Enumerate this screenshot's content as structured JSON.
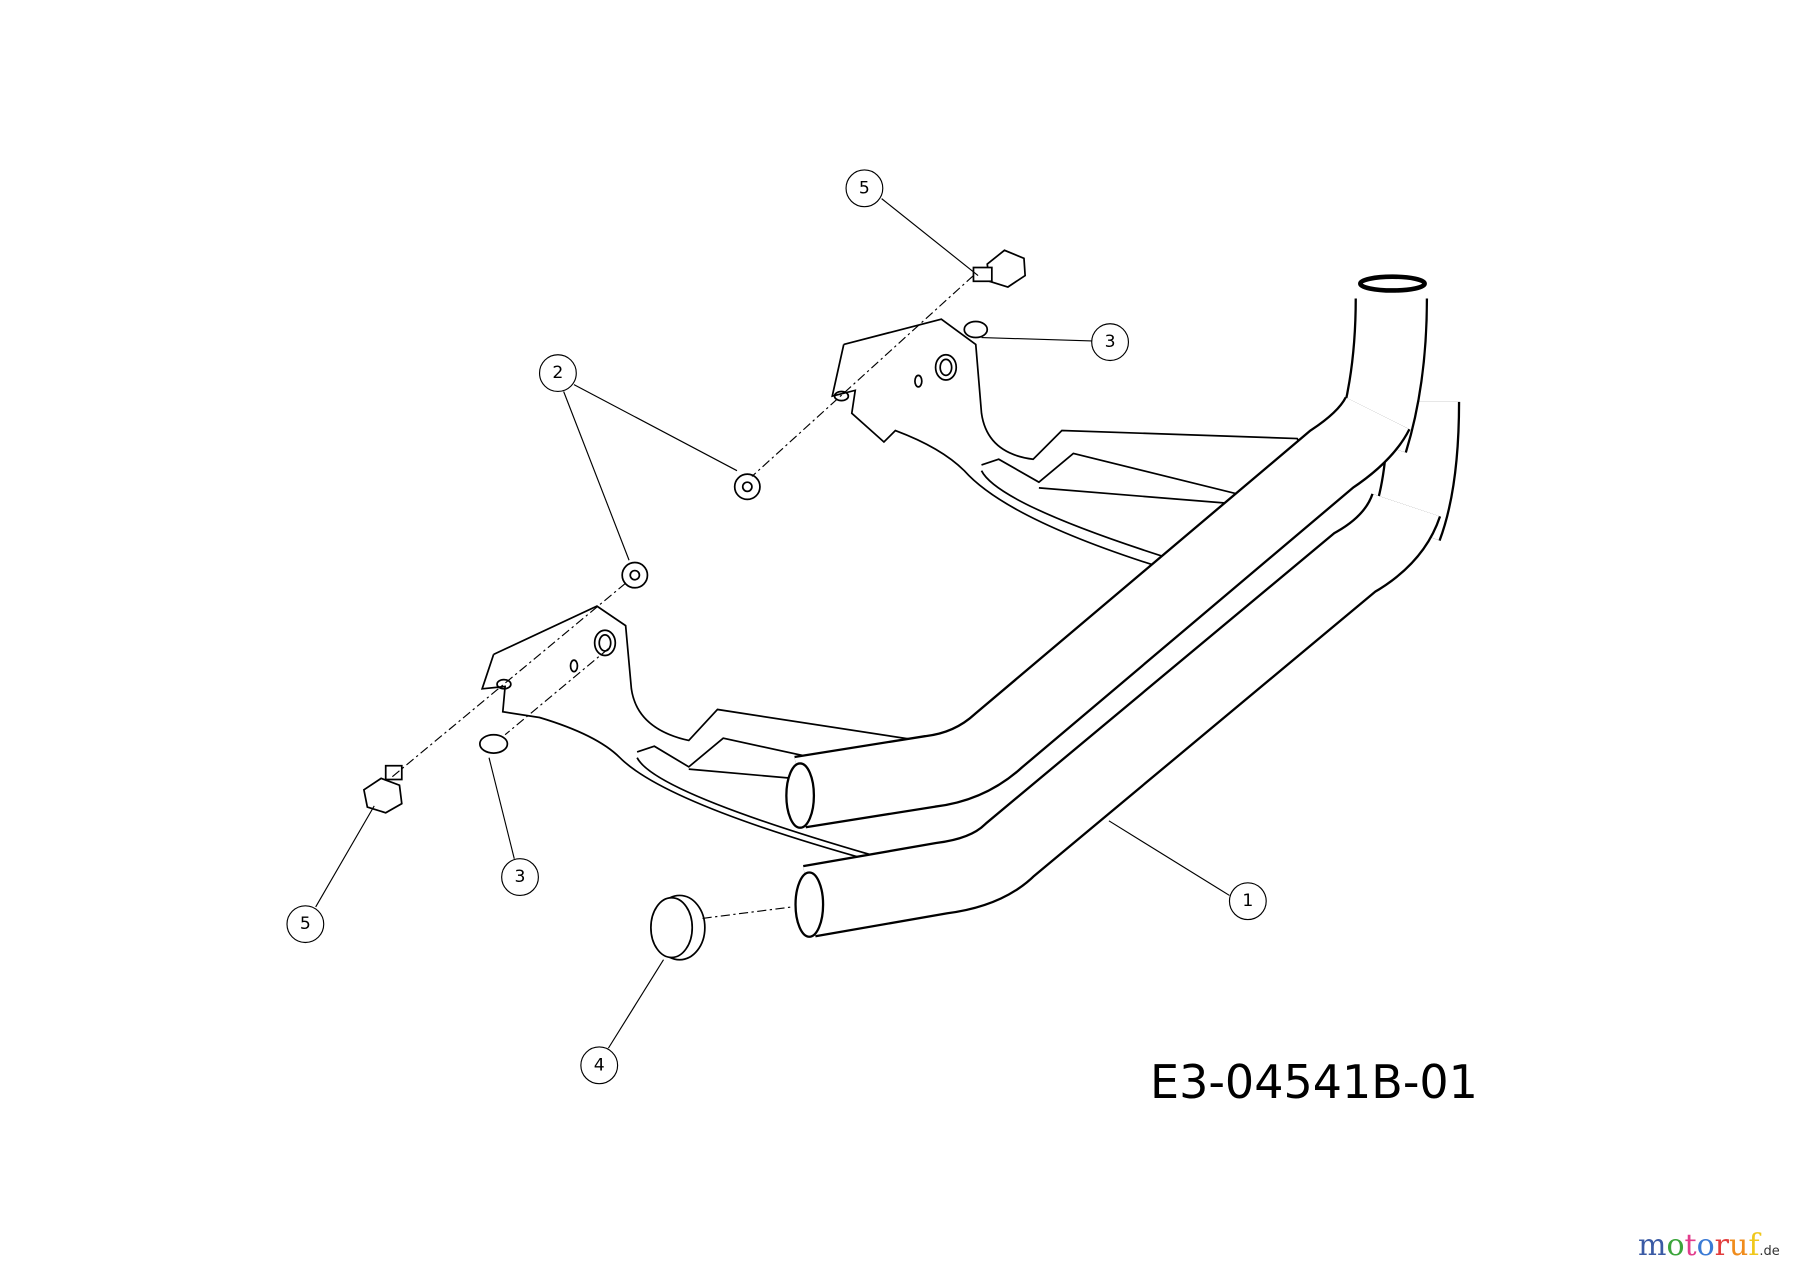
{
  "diagram_code": "E3-04541B-01",
  "callouts": [
    {
      "label": "5"
    },
    {
      "label": "3"
    },
    {
      "label": "2"
    },
    {
      "label": "3"
    },
    {
      "label": "5"
    },
    {
      "label": "4"
    },
    {
      "label": "1"
    }
  ],
  "logo": {
    "text": "motoruf",
    "suffix": ".de",
    "letter_colors": [
      "#3b5ba5",
      "#3ba53b",
      "#e23c8c",
      "#3b7bd5",
      "#e23c3c",
      "#f08c1c",
      "#f0c81c"
    ]
  },
  "colors": {
    "line": "#000000",
    "background": "#ffffff"
  }
}
